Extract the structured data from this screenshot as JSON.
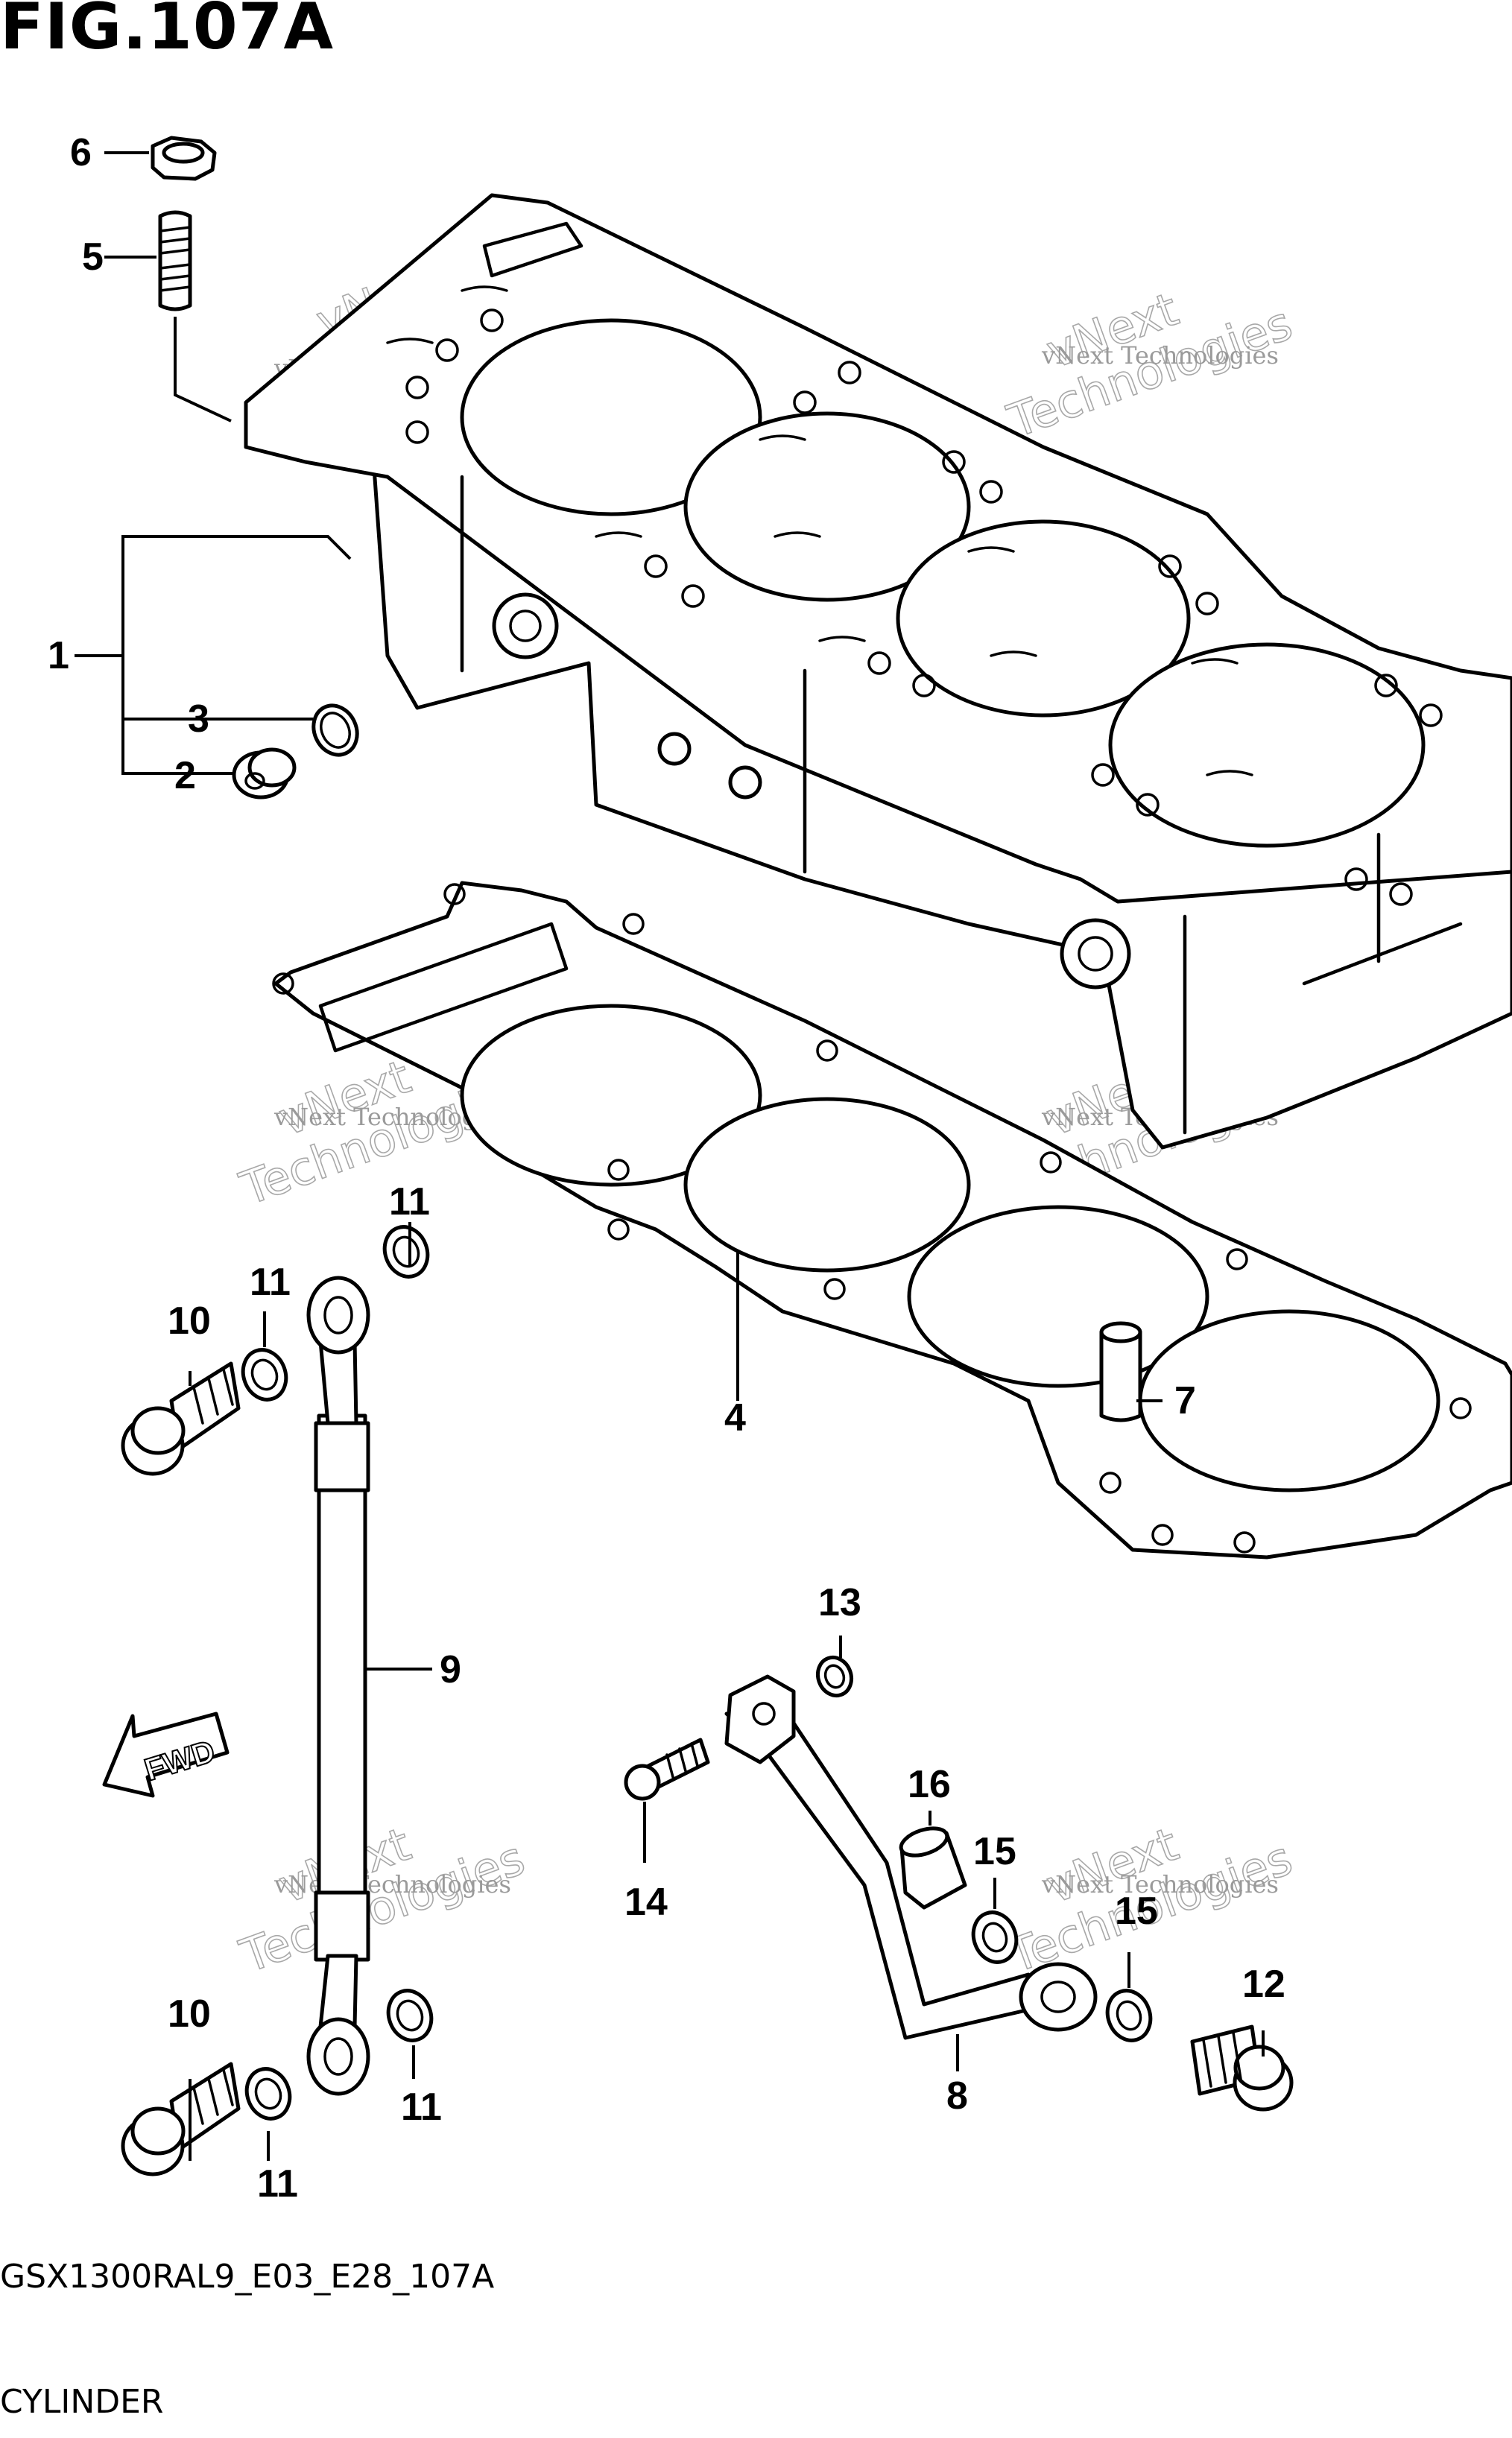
{
  "figure": {
    "title": "FIG.107A",
    "diagram_code": "GSX1300RAL9_E03_E28_107A",
    "section_name": "CYLINDER"
  },
  "watermark": {
    "line1": "vNext Technologies",
    "line2": "Technologies",
    "line3": "vNext"
  },
  "fwd_label": "FWD",
  "callouts": {
    "c1": "1",
    "c2": "2",
    "c3": "3",
    "c4": "4",
    "c5": "5",
    "c6": "6",
    "c7": "7",
    "c8": "8",
    "c9": "9",
    "c10a": "10",
    "c10b": "10",
    "c11a": "11",
    "c11b": "11",
    "c11c": "11",
    "c11d": "11",
    "c12": "12",
    "c13": "13",
    "c14": "14",
    "c15a": "15",
    "c15b": "15",
    "c16": "16"
  }
}
